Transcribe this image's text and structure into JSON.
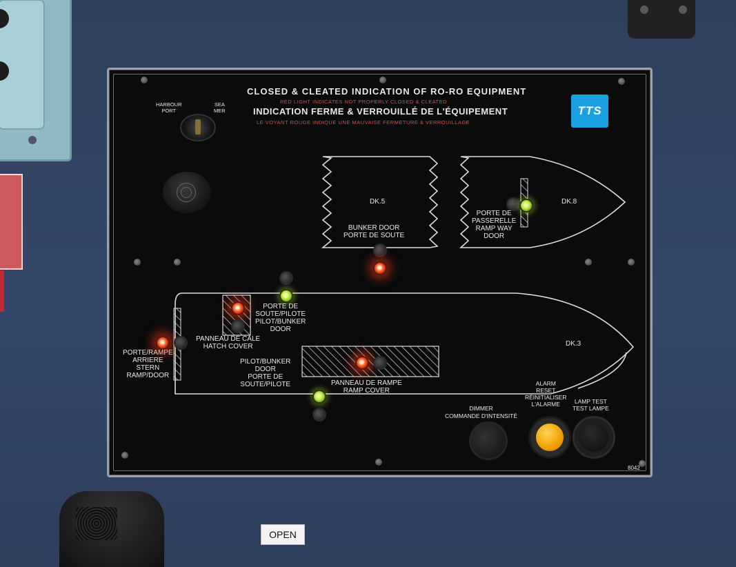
{
  "panel": {
    "title_en": "CLOSED & CLEATED INDICATION OF RO-RO EQUIPMENT",
    "subtitle_en": "RED LIGHT INDICATES NOT PROPERLY CLOSED & CLEATED",
    "title_fr": "INDICATION FERME & VERROUILLÉ DE L'ÉQUIPEMENT",
    "subtitle_fr": "LE VOYANT ROUGE INDIQUE UNE MAUVAISE FERMETURE & VERROUILLAGE",
    "logo": "TTS",
    "serial": "8042"
  },
  "keyswitch": {
    "left_label_1": "HARBOUR",
    "left_label_2": "PORT",
    "right_label_1": "SEA",
    "right_label_2": "MER"
  },
  "decks": {
    "dk5": "DK.5",
    "dk8": "DK.8",
    "dk3": "DK.3"
  },
  "labels": {
    "bunker_door_1": "BUNKER DOOR",
    "bunker_door_2": "PORTE DE SOUTE",
    "passerelle_1": "PORTE DE",
    "passerelle_2": "PASSERELLE",
    "passerelle_3": "RAMP WAY",
    "passerelle_4": "DOOR",
    "soute_pilote_1": "PORTE DE",
    "soute_pilote_2": "SOUTE/PILOTE",
    "soute_pilote_3": "PILOT/BUNKER",
    "soute_pilote_4": "DOOR",
    "hatch_1": "PANNEAU DE CALE",
    "hatch_2": "HATCH COVER",
    "stern_1": "PORTE/RAMPE",
    "stern_2": "ARRIERE",
    "stern_3": "STERN",
    "stern_4": "RAMP/DOOR",
    "pilot_low_1": "PILOT/BUNKER",
    "pilot_low_2": "DOOR",
    "pilot_low_3": "PORTE DE",
    "pilot_low_4": "SOUTE/PILOTE",
    "ramp_cover_1": "PANNEAU DE RAMPE",
    "ramp_cover_2": "RAMP COVER"
  },
  "controls": {
    "dimmer_1": "DIMMER",
    "dimmer_2": "COMMANDE D'INTENSITÉ",
    "alarm_1": "ALARM",
    "alarm_2": "RESET",
    "alarm_3": "RÉINITIALISER",
    "alarm_4": "L'ALARME",
    "lamptest_1": "LAMP TEST",
    "lamptest_2": "TEST LAMPE"
  },
  "indicators": [
    {
      "id": "bunker-door",
      "state": "red"
    },
    {
      "id": "passerelle",
      "state": "green"
    },
    {
      "id": "soute-pilote-upper",
      "state": "green"
    },
    {
      "id": "hatch-cover",
      "state": "red"
    },
    {
      "id": "stern-ramp",
      "state": "red"
    },
    {
      "id": "ramp-cover",
      "state": "red"
    },
    {
      "id": "soute-pilote-lower",
      "state": "green"
    }
  ],
  "colors": {
    "red_lamp": "#ff5a1e",
    "green_lamp": "#b8e83a",
    "alarm_button": "#f0a000",
    "logo": "#1aa0e0"
  },
  "footer_label": "OPEN"
}
